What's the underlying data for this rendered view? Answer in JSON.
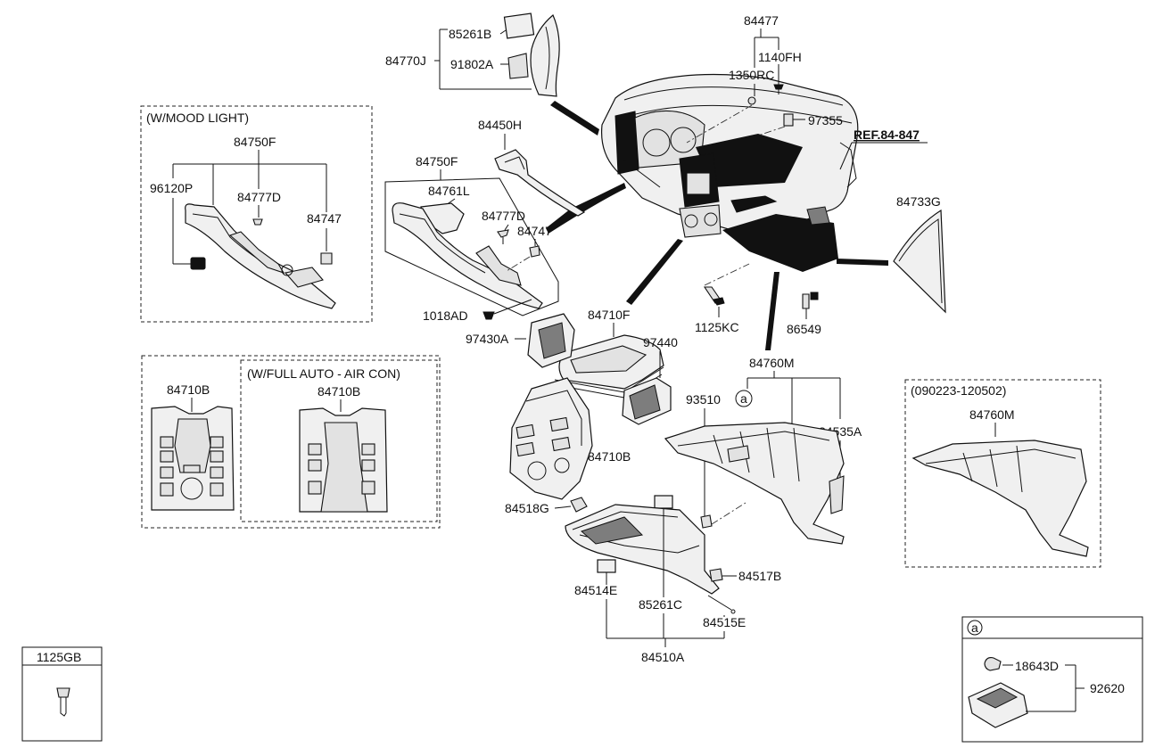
{
  "diagram": {
    "boxes": {
      "mood_light": "(W/MOOD LIGHT)",
      "full_auto_aircon": "(W/FULL AUTO - AIR CON)",
      "date_range": "(090223-120502)"
    },
    "reference": "REF.84-847",
    "callout_marker": "a",
    "parts": {
      "p85261B": "85261B",
      "p84770J": "84770J",
      "p91802A": "91802A",
      "p84477": "84477",
      "p1140FH": "1140FH",
      "p1350RC": "1350RC",
      "p97355": "97355",
      "p84450H": "84450H",
      "p84750F_mood": "84750F",
      "p96120P": "96120P",
      "p84777D_mood": "84777D",
      "p84747_mood": "84747",
      "p84750F": "84750F",
      "p84761L": "84761L",
      "p84777D": "84777D",
      "p84747": "84747",
      "p1018AD": "1018AD",
      "p84733G": "84733G",
      "p1125KC": "1125KC",
      "p86549": "86549",
      "p84710F": "84710F",
      "p97430A": "97430A",
      "p97440": "97440",
      "p84710B_left": "84710B",
      "p84710B_aircon": "84710B",
      "p84710B": "84710B",
      "p84760M": "84760M",
      "p93510": "93510",
      "p84535A": "84535A",
      "p84760M_box": "84760M",
      "p84518G": "84518G",
      "p84517B": "84517B",
      "p84514E": "84514E",
      "p85261C": "85261C",
      "p84515E": "84515E",
      "p84510A": "84510A",
      "p1125GB": "1125GB",
      "p18643D": "18643D",
      "p92620": "92620"
    }
  }
}
